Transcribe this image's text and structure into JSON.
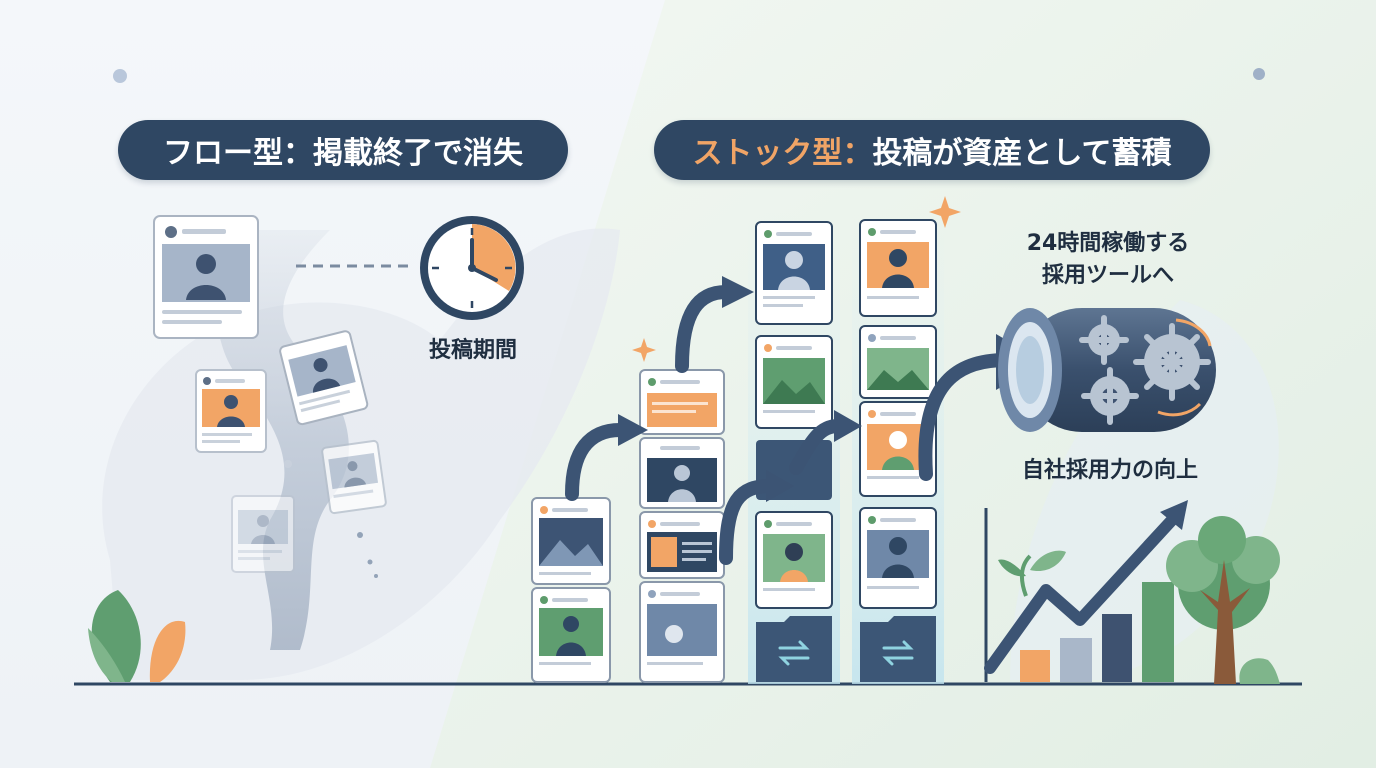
{
  "flow": {
    "title_type": "フロー型",
    "title_sep": "：",
    "title_desc": "掲載終了で消失",
    "period_label": "投稿期間",
    "clock_icon": "clock-icon"
  },
  "stock": {
    "title_type": "ストック型",
    "title_sep": "：",
    "title_desc": "投稿が資産として蓄積",
    "tool_line1": "24時間稼働する",
    "tool_line2": "採用ツールへ",
    "power_label": "自社採用力の向上",
    "machine_icon": "gear-machine-icon",
    "growth_icon": "growth-chart-icon"
  },
  "colors": {
    "navy": "#2f4763",
    "orange": "#f0a466",
    "green": "#5e9c6c",
    "slate": "#8fa3bd",
    "text": "#1f2e40"
  }
}
